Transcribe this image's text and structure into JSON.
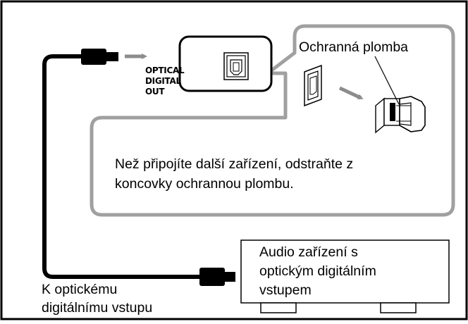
{
  "port_label": [
    "OPTICAL",
    "DIGITAL",
    "OUT"
  ],
  "cap_label": "Ochranná plomba",
  "note_lines": [
    "Než připojíte další zařízení, odstraňte z",
    "koncovky ochrannou plombu."
  ],
  "device_label_lines": [
    "Audio zařízení s",
    "optickým digitálním",
    "vstupem"
  ],
  "input_label_lines": [
    "K optickému",
    "digitálnímu vstupu"
  ],
  "colors": {
    "callout_border": "#a0a0a0",
    "arrow": "#8c8c8c",
    "line": "#000000"
  }
}
